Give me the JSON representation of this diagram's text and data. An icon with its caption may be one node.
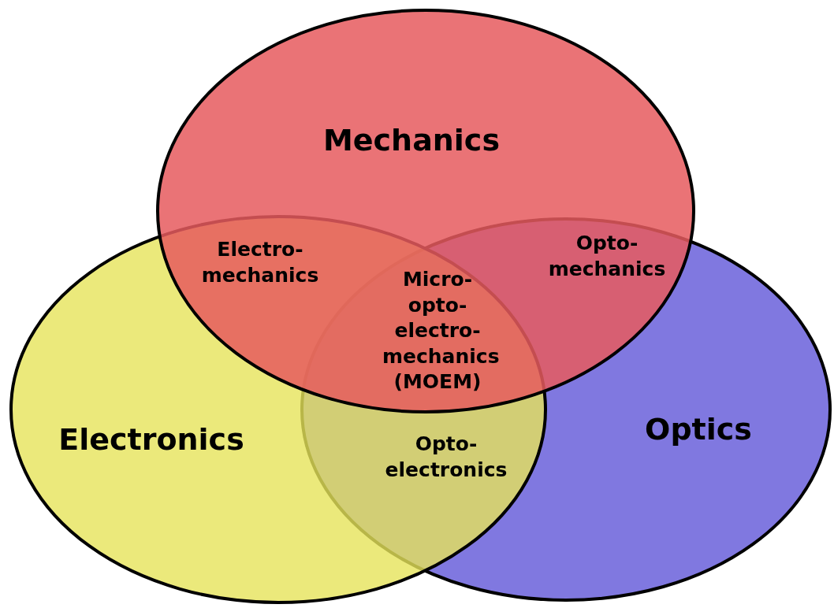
{
  "diagram": {
    "nodes": [
      {
        "text": [
          "Mechanics"
        ]
      },
      {
        "text": [
          "Electronics"
        ]
      },
      {
        "text": [
          "Optics"
        ]
      }
    ],
    "edges": [],
    "labels": [
      "Electro-mechanics",
      "Opto-mechanics",
      "Micro-opto-electro-mechanics (MOEM)",
      "Opto-electronics"
    ]
  }
}
